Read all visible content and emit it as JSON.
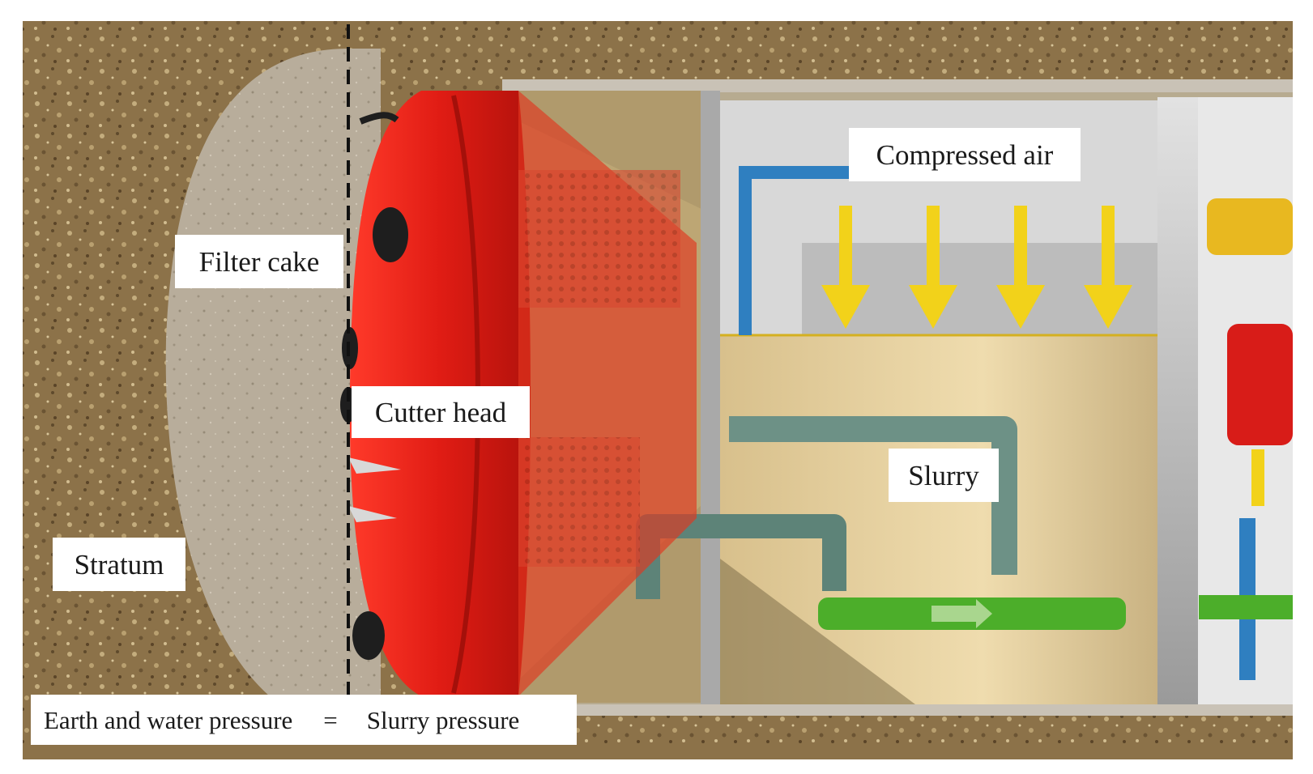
{
  "labels": {
    "filter_cake": "Filter cake",
    "compressed_air": "Compressed air",
    "cutter_head": "Cutter head",
    "slurry": "Slurry",
    "stratum": "Stratum",
    "earth_water_pressure": "Earth and water pressure",
    "equals": "=",
    "slurry_pressure": "Slurry pressure"
  },
  "colors": {
    "soil": "#8a7048",
    "soil_light": "#a8905e",
    "filter_cake": "#b9b0a0",
    "cutter_red": "#e8201a",
    "shield_grey": "#c8c8c8",
    "slurry_tan": "#e6d2a0",
    "air_arrow_yellow": "#f2d21a",
    "pipe_green": "#5a8a78",
    "pipe_bright_green": "#4cae2a",
    "pipe_blue": "#2f7fc0",
    "pipe_yellow": "#e8b820"
  }
}
